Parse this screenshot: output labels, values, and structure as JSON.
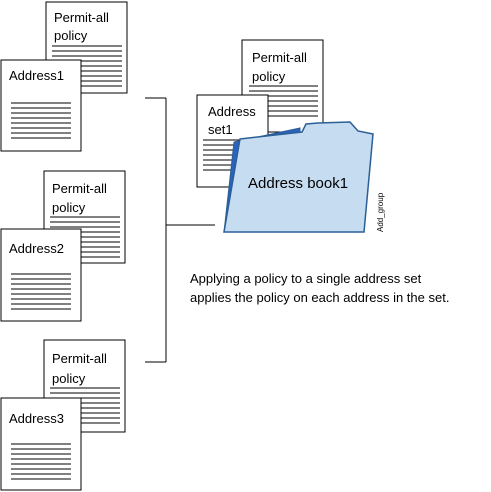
{
  "policy_label_line1": "Permit-all",
  "policy_label_line2": "policy",
  "addresses": [
    {
      "label": "Address1"
    },
    {
      "label": "Address2"
    },
    {
      "label": "Address3"
    }
  ],
  "address_set_line1": "Address",
  "address_set_line2": "set1",
  "address_book_label": "Address book1",
  "figure_id": "Add_group",
  "caption_line1": "Applying a policy to a single address set",
  "caption_line2": "applies the policy on each address in the set.",
  "colors": {
    "folder_fill": "#c6dcf0",
    "folder_tab": "#c6dcf0",
    "folder_back": "#2a62bf",
    "folder_stroke": "#2b5f96"
  }
}
